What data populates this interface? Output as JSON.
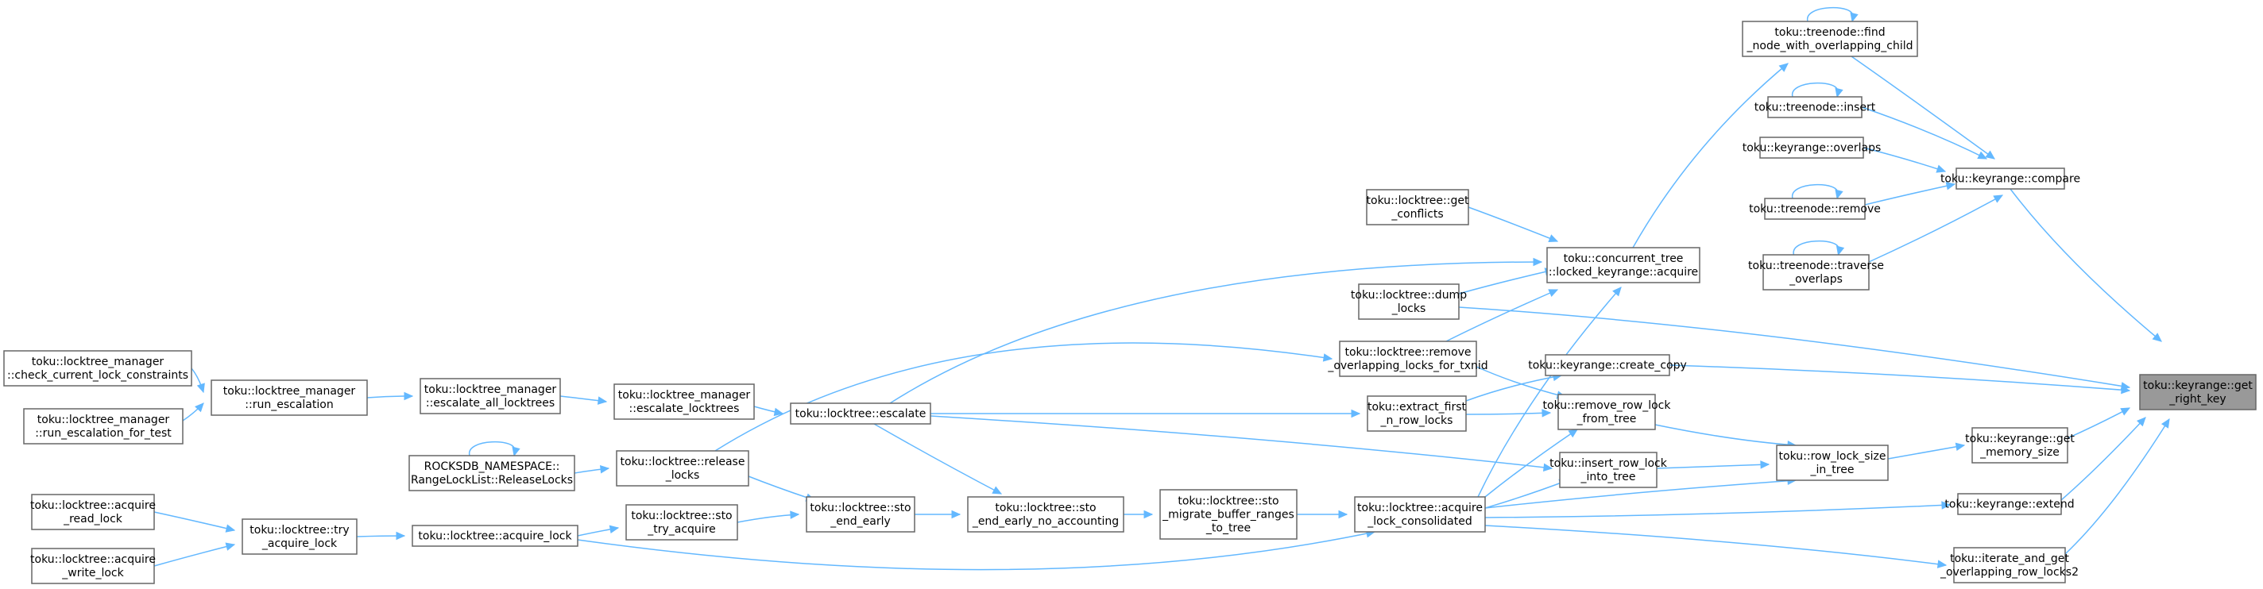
{
  "graph": {
    "focus_color": "#999999",
    "edge_color": "#63b8ff",
    "nodes": [
      {
        "id": "get_right_key",
        "lines": [
          "toku::keyrange::get",
          "_right_key"
        ],
        "focus": true
      },
      {
        "id": "compare",
        "lines": [
          "toku::keyrange::compare"
        ]
      },
      {
        "id": "create_copy",
        "lines": [
          "toku::keyrange::create_copy"
        ]
      },
      {
        "id": "get_memory_size",
        "lines": [
          "toku::keyrange::get",
          "_memory_size"
        ]
      },
      {
        "id": "extend",
        "lines": [
          "toku::keyrange::extend"
        ]
      },
      {
        "id": "iterate_overlap",
        "lines": [
          "toku::iterate_and_get",
          "_overlapping_row_locks2"
        ]
      },
      {
        "id": "find_node",
        "lines": [
          "toku::treenode::find",
          "_node_with_overlapping_child"
        ]
      },
      {
        "id": "tn_insert",
        "lines": [
          "toku::treenode::insert"
        ]
      },
      {
        "id": "kr_overlaps",
        "lines": [
          "toku::keyrange::overlaps"
        ]
      },
      {
        "id": "tn_remove",
        "lines": [
          "toku::treenode::remove"
        ]
      },
      {
        "id": "tn_traverse",
        "lines": [
          "toku::treenode::traverse",
          "_overlaps"
        ]
      },
      {
        "id": "row_lock_size",
        "lines": [
          "toku::row_lock_size",
          "_in_tree"
        ]
      },
      {
        "id": "ct_acquire",
        "lines": [
          "toku::concurrent_tree",
          "::locked_keyrange::acquire"
        ]
      },
      {
        "id": "remove_row_lock",
        "lines": [
          "toku::remove_row_lock",
          "_from_tree"
        ]
      },
      {
        "id": "insert_row_lock",
        "lines": [
          "toku::insert_row_lock",
          "_into_tree"
        ]
      },
      {
        "id": "get_conflicts",
        "lines": [
          "toku::locktree::get",
          "_conflicts"
        ]
      },
      {
        "id": "dump_locks",
        "lines": [
          "toku::locktree::dump",
          "_locks"
        ]
      },
      {
        "id": "remove_overlapping",
        "lines": [
          "toku::locktree::remove",
          "_overlapping_locks_for_txnid"
        ]
      },
      {
        "id": "extract_first",
        "lines": [
          "toku::extract_first",
          "_n_row_locks"
        ]
      },
      {
        "id": "acquire_consolidated",
        "lines": [
          "toku::locktree::acquire",
          "_lock_consolidated"
        ]
      },
      {
        "id": "sto_migrate",
        "lines": [
          "toku::locktree::sto",
          "_migrate_buffer_ranges",
          "_to_tree"
        ]
      },
      {
        "id": "sto_end_early_na",
        "lines": [
          "toku::locktree::sto",
          "_end_early_no_accounting"
        ]
      },
      {
        "id": "sto_end_early",
        "lines": [
          "toku::locktree::sto",
          "_end_early"
        ]
      },
      {
        "id": "sto_try_acquire",
        "lines": [
          "toku::locktree::sto",
          "_try_acquire"
        ]
      },
      {
        "id": "escalate",
        "lines": [
          "toku::locktree::escalate"
        ]
      },
      {
        "id": "release_locks",
        "lines": [
          "toku::locktree::release",
          "_locks"
        ]
      },
      {
        "id": "acquire_lock",
        "lines": [
          "toku::locktree::acquire_lock"
        ]
      },
      {
        "id": "ltm_escalate_lts",
        "lines": [
          "toku::locktree_manager",
          "::escalate_locktrees"
        ]
      },
      {
        "id": "ltm_escalate_all",
        "lines": [
          "toku::locktree_manager",
          "::escalate_all_locktrees"
        ]
      },
      {
        "id": "rocksdb_release",
        "lines": [
          "ROCKSDB_NAMESPACE::",
          "RangeLockList::ReleaseLocks"
        ]
      },
      {
        "id": "try_acquire_lock",
        "lines": [
          "toku::locktree::try",
          "_acquire_lock"
        ]
      },
      {
        "id": "ltm_run_escalation",
        "lines": [
          "toku::locktree_manager",
          "::run_escalation"
        ]
      },
      {
        "id": "ltm_check",
        "lines": [
          "toku::locktree_manager",
          "::check_current_lock_constraints"
        ]
      },
      {
        "id": "ltm_run_test",
        "lines": [
          "toku::locktree_manager",
          "::run_escalation_for_test"
        ]
      },
      {
        "id": "acquire_read",
        "lines": [
          "toku::locktree::acquire",
          "_read_lock"
        ]
      },
      {
        "id": "acquire_write",
        "lines": [
          "toku::locktree::acquire",
          "_write_lock"
        ]
      }
    ],
    "edges": [
      {
        "from": "compare",
        "to": "get_right_key"
      },
      {
        "from": "create_copy",
        "to": "get_right_key"
      },
      {
        "from": "get_memory_size",
        "to": "get_right_key"
      },
      {
        "from": "extend",
        "to": "get_right_key"
      },
      {
        "from": "iterate_overlap",
        "to": "get_right_key"
      },
      {
        "from": "dump_locks",
        "to": "get_right_key"
      },
      {
        "from": "find_node",
        "to": "compare"
      },
      {
        "from": "tn_insert",
        "to": "compare"
      },
      {
        "from": "kr_overlaps",
        "to": "compare"
      },
      {
        "from": "tn_remove",
        "to": "compare"
      },
      {
        "from": "tn_traverse",
        "to": "compare"
      },
      {
        "from": "find_node",
        "to": "find_node"
      },
      {
        "from": "tn_insert",
        "to": "tn_insert"
      },
      {
        "from": "tn_remove",
        "to": "tn_remove"
      },
      {
        "from": "tn_traverse",
        "to": "tn_traverse"
      },
      {
        "from": "ct_acquire",
        "to": "find_node"
      },
      {
        "from": "get_conflicts",
        "to": "ct_acquire"
      },
      {
        "from": "dump_locks",
        "to": "ct_acquire"
      },
      {
        "from": "remove_overlapping",
        "to": "ct_acquire"
      },
      {
        "from": "escalate",
        "to": "ct_acquire"
      },
      {
        "from": "acquire_consolidated",
        "to": "ct_acquire"
      },
      {
        "from": "row_lock_size",
        "to": "get_memory_size"
      },
      {
        "from": "remove_row_lock",
        "to": "row_lock_size"
      },
      {
        "from": "insert_row_lock",
        "to": "row_lock_size"
      },
      {
        "from": "acquire_consolidated",
        "to": "row_lock_size"
      },
      {
        "from": "extract_first",
        "to": "create_copy"
      },
      {
        "from": "remove_overlapping",
        "to": "remove_row_lock"
      },
      {
        "from": "extract_first",
        "to": "remove_row_lock"
      },
      {
        "from": "acquire_consolidated",
        "to": "remove_row_lock"
      },
      {
        "from": "escalate",
        "to": "insert_row_lock"
      },
      {
        "from": "acquire_consolidated",
        "to": "insert_row_lock"
      },
      {
        "from": "acquire_consolidated",
        "to": "extend"
      },
      {
        "from": "acquire_consolidated",
        "to": "iterate_overlap"
      },
      {
        "from": "escalate",
        "to": "extract_first"
      },
      {
        "from": "release_locks",
        "to": "remove_overlapping"
      },
      {
        "from": "sto_migrate",
        "to": "acquire_consolidated"
      },
      {
        "from": "acquire_lock",
        "to": "acquire_consolidated"
      },
      {
        "from": "sto_end_early_na",
        "to": "sto_migrate"
      },
      {
        "from": "sto_end_early",
        "to": "sto_end_early_na"
      },
      {
        "from": "escalate",
        "to": "sto_end_early_na"
      },
      {
        "from": "sto_try_acquire",
        "to": "sto_end_early"
      },
      {
        "from": "release_locks",
        "to": "sto_end_early"
      },
      {
        "from": "acquire_lock",
        "to": "sto_try_acquire"
      },
      {
        "from": "ltm_escalate_lts",
        "to": "escalate"
      },
      {
        "from": "ltm_escalate_all",
        "to": "ltm_escalate_lts"
      },
      {
        "from": "ltm_run_escalation",
        "to": "ltm_escalate_all"
      },
      {
        "from": "ltm_check",
        "to": "ltm_run_escalation"
      },
      {
        "from": "ltm_run_test",
        "to": "ltm_run_escalation"
      },
      {
        "from": "rocksdb_release",
        "to": "release_locks"
      },
      {
        "from": "rocksdb_release",
        "to": "rocksdb_release"
      },
      {
        "from": "try_acquire_lock",
        "to": "acquire_lock"
      },
      {
        "from": "acquire_read",
        "to": "try_acquire_lock"
      },
      {
        "from": "acquire_write",
        "to": "try_acquire_lock"
      }
    ]
  }
}
